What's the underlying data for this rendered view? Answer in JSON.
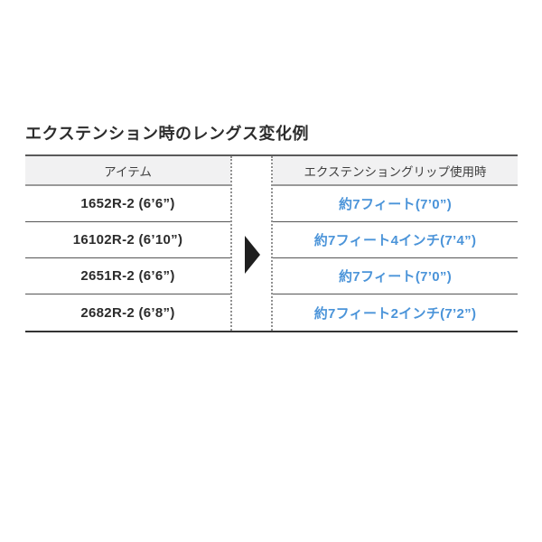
{
  "title": "エクステンション時のレングス変化例",
  "table": {
    "headers": {
      "item": "アイテム",
      "extended": "エクステンショングリップ使用時"
    },
    "rows": [
      {
        "item": "1652R-2 (6’6”)",
        "extended": "約7フィート(7’0”)"
      },
      {
        "item": "16102R-2 (6’10”)",
        "extended": "約7フィート4インチ(7’4”)"
      },
      {
        "item": "2651R-2 (6’6”)",
        "extended": "約7フィート(7’0”)"
      },
      {
        "item": "2682R-2 (6’8”)",
        "extended": "約7フィート2インチ(7’2”)"
      }
    ]
  },
  "icons": {
    "arrow_right": "▶"
  },
  "colors": {
    "accent_blue": "#4b94d9",
    "header_bg": "#f1f1f2",
    "text_dark": "#2b2b2b",
    "border_dark": "#333333",
    "dotted_line": "#909090"
  }
}
